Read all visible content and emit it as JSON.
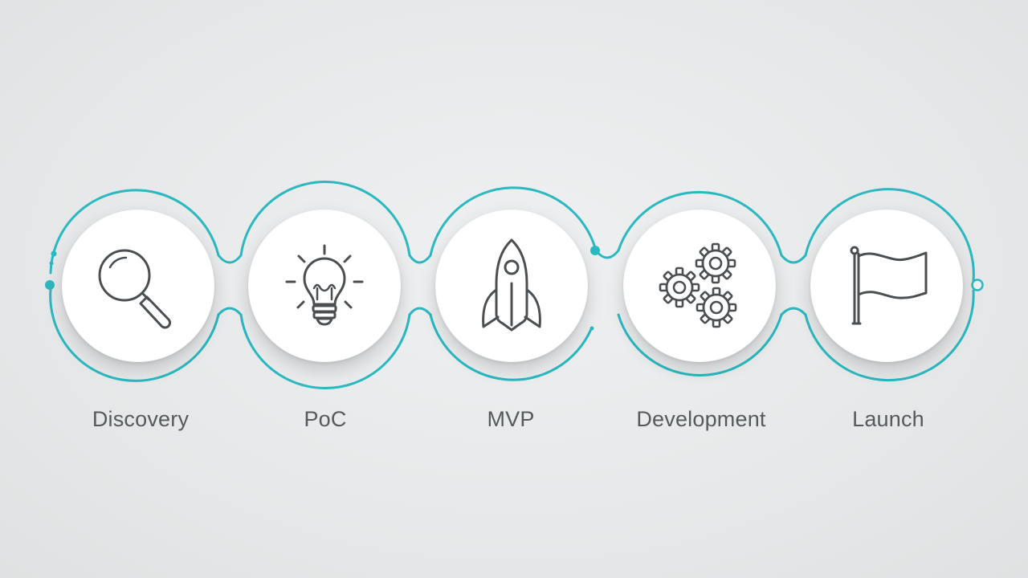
{
  "diagram": {
    "accent_color": "#2bb8c0",
    "icon_color": "#4b4f52",
    "steps": [
      {
        "label": "Discovery",
        "icon": "magnifier-icon"
      },
      {
        "label": "PoC",
        "icon": "lightbulb-icon"
      },
      {
        "label": "MVP",
        "icon": "rocket-icon"
      },
      {
        "label": "Development",
        "icon": "gears-icon"
      },
      {
        "label": "Launch",
        "icon": "flag-icon"
      }
    ]
  }
}
